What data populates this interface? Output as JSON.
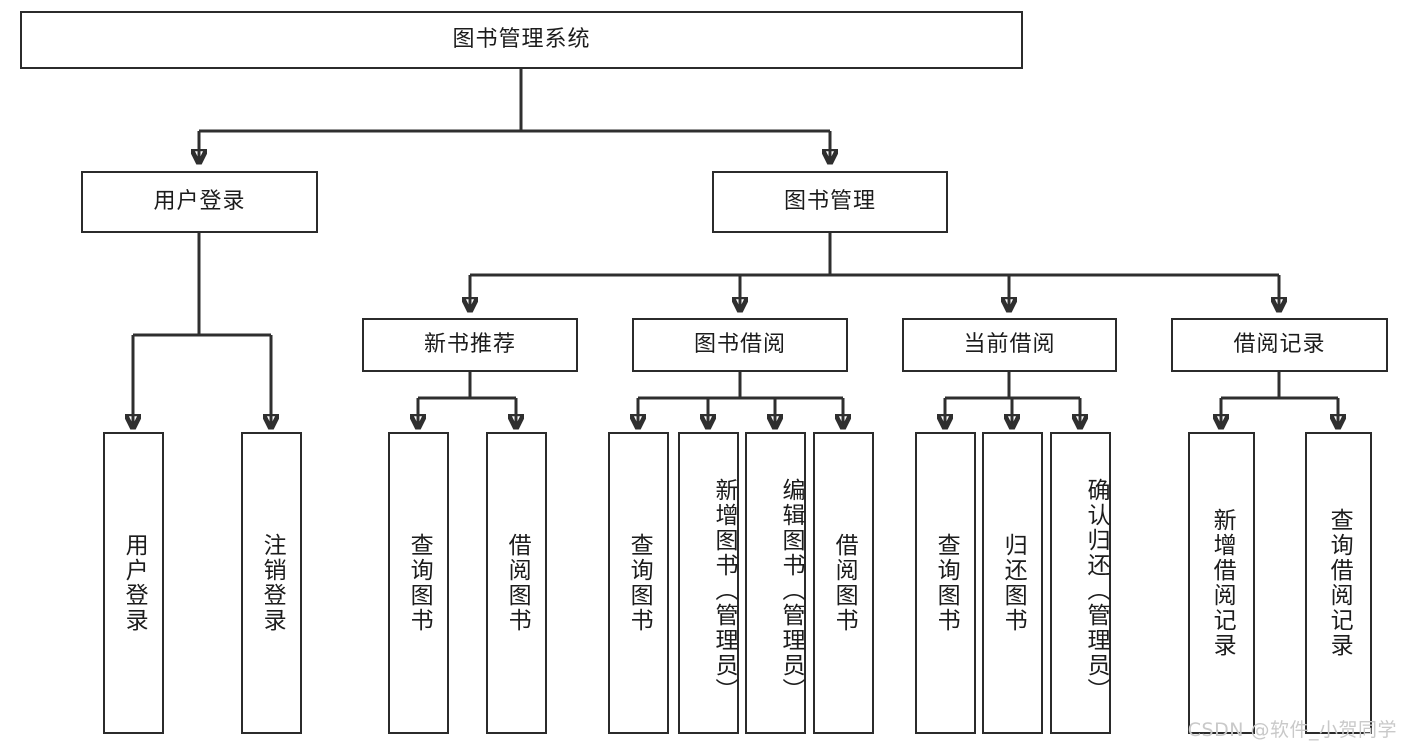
{
  "diagram": {
    "type": "tree",
    "title": "图书管理系统",
    "root": {
      "label": "图书管理系统"
    },
    "level2": [
      {
        "label": "用户登录"
      },
      {
        "label": "图书管理"
      }
    ],
    "level3": [
      {
        "label": "新书推荐"
      },
      {
        "label": "图书借阅"
      },
      {
        "label": "当前借阅"
      },
      {
        "label": "借阅记录"
      }
    ],
    "leaves": {
      "user_login": [
        {
          "label": "用户登录"
        },
        {
          "label": "注销登录"
        }
      ],
      "new_book_recommend": [
        {
          "label": "查询图书"
        },
        {
          "label": "借阅图书"
        }
      ],
      "book_borrow": [
        {
          "label": "查询图书"
        },
        {
          "label": "新增图书（管理员）"
        },
        {
          "label": "编辑图书（管理员）"
        },
        {
          "label": "借阅图书"
        }
      ],
      "current_borrow": [
        {
          "label": "查询图书"
        },
        {
          "label": "归还图书"
        },
        {
          "label": "确认归还（管理员）"
        }
      ],
      "borrow_record": [
        {
          "label": "新增借阅记录"
        },
        {
          "label": "查询借阅记录"
        }
      ]
    }
  },
  "watermark": {
    "text": "CSDN @软件_小贺同学"
  },
  "colors": {
    "border": "#2b2b2b",
    "line": "#2f2f2f",
    "text": "#1c1c1c",
    "background": "#ffffff",
    "watermark": "#c9c9c9"
  }
}
